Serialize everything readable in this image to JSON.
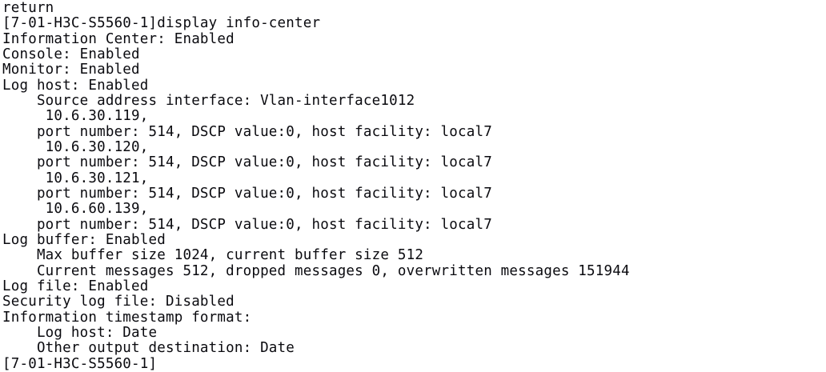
{
  "terminal": {
    "app": "console-session",
    "device_prompt": "[7-01-H3C-S5560-1]",
    "command": "display info-center",
    "text_color": "#0a0a0f",
    "background_color": "#ffffff",
    "lines": [
      "return",
      "[7-01-H3C-S5560-1]display info-center",
      "Information Center: Enabled",
      "Console: Enabled",
      "Monitor: Enabled",
      "Log host: Enabled",
      "    Source address interface: Vlan-interface1012",
      "     10.6.30.119,",
      "    port number: 514, DSCP value:0, host facility: local7",
      "     10.6.30.120,",
      "    port number: 514, DSCP value:0, host facility: local7",
      "     10.6.30.121,",
      "    port number: 514, DSCP value:0, host facility: local7",
      "     10.6.60.139,",
      "    port number: 514, DSCP value:0, host facility: local7",
      "Log buffer: Enabled",
      "    Max buffer size 1024, current buffer size 512",
      "    Current messages 512, dropped messages 0, overwritten messages 151944",
      "Log file: Enabled",
      "Security log file: Disabled",
      "Information timestamp format:",
      "    Log host: Date",
      "    Other output destination: Date",
      "[7-01-H3C-S5560-1]"
    ]
  }
}
